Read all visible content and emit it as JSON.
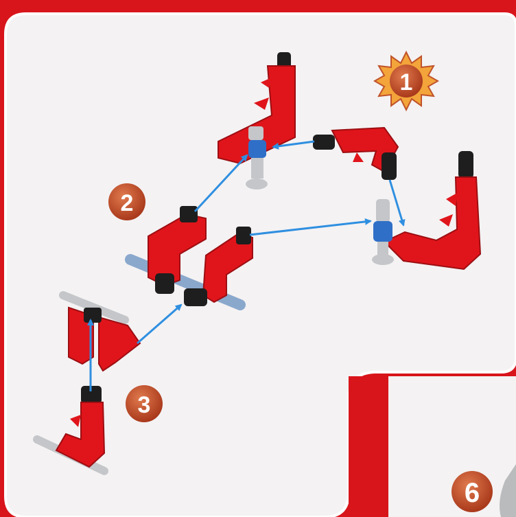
{
  "colors": {
    "frame_red": "#d8151b",
    "panel_white": "#f4f2f3",
    "badge_orange": "#c4502a",
    "arrow_blue": "#2f8fe0",
    "piece_red": "#e0151b",
    "connector_black": "#1e1e1e",
    "rod_gray": "#c4c6c9",
    "hub_blue": "#2f6fc8",
    "axle_blue": "#8aa8cc"
  },
  "steps": {
    "step1": "1",
    "step2": "2",
    "step3": "3",
    "page_number": "6"
  },
  "icons": [
    "sun-burst-icon",
    "arrow-icon"
  ]
}
